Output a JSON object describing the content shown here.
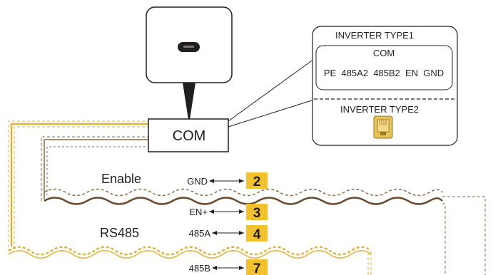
{
  "inverter_device": {
    "port": "COM"
  },
  "callout": {
    "type1_title": "INVERTER TYPE1",
    "type1_port": "COM",
    "type1_pins": "PE  485A2  485B2  EN  GND",
    "type2_title": "INVERTER TYPE2",
    "type2_icon": "rj45-connector-icon"
  },
  "groups": {
    "enable_label": "Enable",
    "rs485_label": "RS485"
  },
  "signals": [
    {
      "name": "GND",
      "pin": "2"
    },
    {
      "name": "EN+",
      "pin": "3"
    },
    {
      "name": "485A",
      "pin": "4"
    },
    {
      "name": "485B",
      "pin": "7"
    }
  ],
  "colors": {
    "pin_badge": "#f2c12e",
    "rs485_wire": "#e0b23a",
    "enable_wire": "#8a6a4a",
    "line": "#231f20"
  }
}
